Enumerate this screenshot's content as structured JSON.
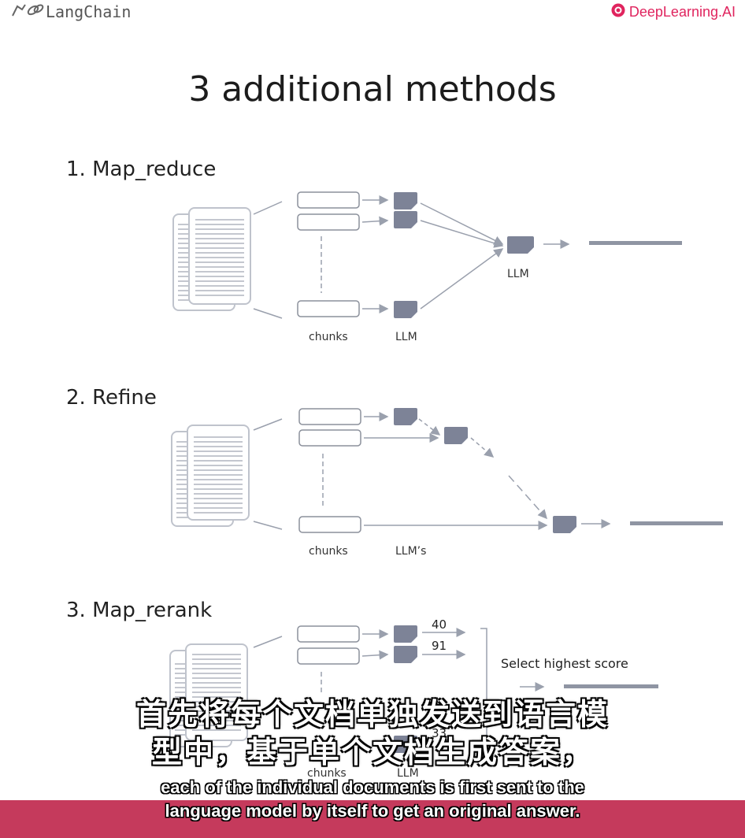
{
  "header": {
    "left_brand": "LangChain",
    "right_brand": "DeepLearning.AI"
  },
  "slide": {
    "title": "3 additional methods",
    "sections": [
      {
        "label": "1. Map_reduce",
        "chunks_label": "chunks",
        "llm_label": "LLM",
        "final_llm_label": "LLM"
      },
      {
        "label": "2. Refine",
        "chunks_label": "chunks",
        "llm_label": "LLM’s"
      },
      {
        "label": "3. Map_rerank",
        "chunks_label": "chunks",
        "llm_label": "LLM",
        "scores": [
          "40",
          "91",
          "33"
        ],
        "select_label": "Select highest score"
      }
    ]
  },
  "subtitles": {
    "zh_line1": "首先将每个文档单独发送到语言模",
    "zh_line2": "型中，基于单个文档生成答案，",
    "en_line1": "each of the individual documents is first sent to the",
    "en_line2": "language model by itself to get an original answer."
  },
  "colors": {
    "box_fill": "#7d8397",
    "line": "#9aa0ad",
    "caption_band": "#c53a5c",
    "brand_accent": "#e0245e"
  }
}
